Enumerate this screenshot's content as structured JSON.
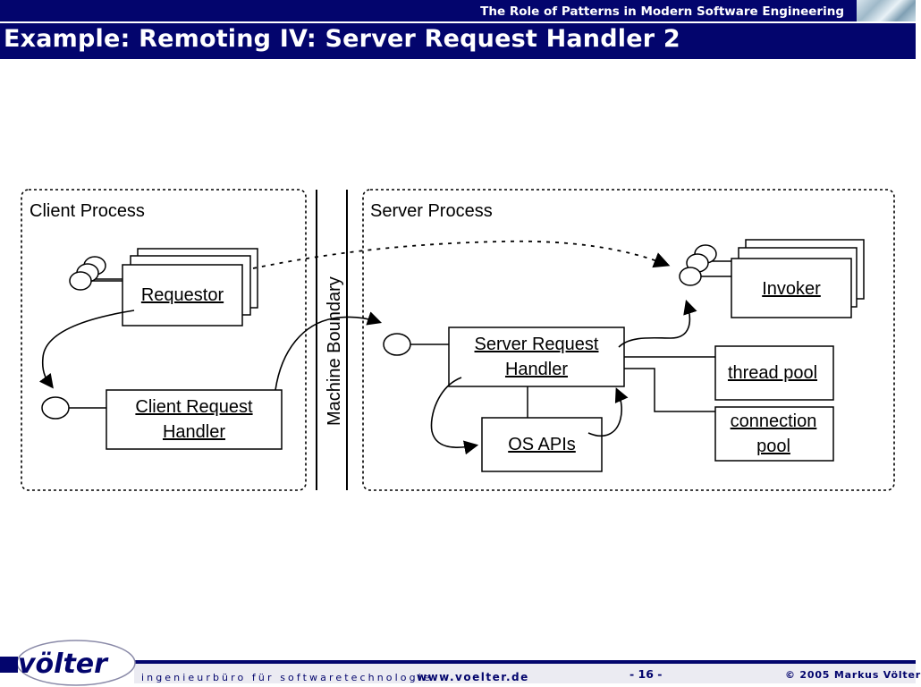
{
  "header": {
    "course_title": "The Role of Patterns in Modern Software Engineering",
    "slide_title": "Example: Remoting IV: Server Request Handler 2"
  },
  "diagram": {
    "client_process_label": "Client Process",
    "server_process_label": "Server Process",
    "machine_boundary_label": "Machine Boundary",
    "requestor_label": "Requestor",
    "client_request_handler_line1": "Client Request",
    "client_request_handler_line2": "Handler",
    "server_request_handler_line1": "Server Request",
    "server_request_handler_line2": "Handler",
    "os_apis_label": "OS APIs",
    "invoker_label": "Invoker",
    "thread_pool_label": "thread pool",
    "connection_pool_line1": "connection",
    "connection_pool_line2": "pool"
  },
  "footer": {
    "logo_text": "völter",
    "tagline": "ingenieurbüro für softwaretechnologie",
    "website": "www.voelter.de",
    "page_number": "- 16 -",
    "copyright": "© 2005  Markus Völter"
  },
  "colors": {
    "header_bg": "#03056d",
    "footer_text": "#03056d"
  }
}
